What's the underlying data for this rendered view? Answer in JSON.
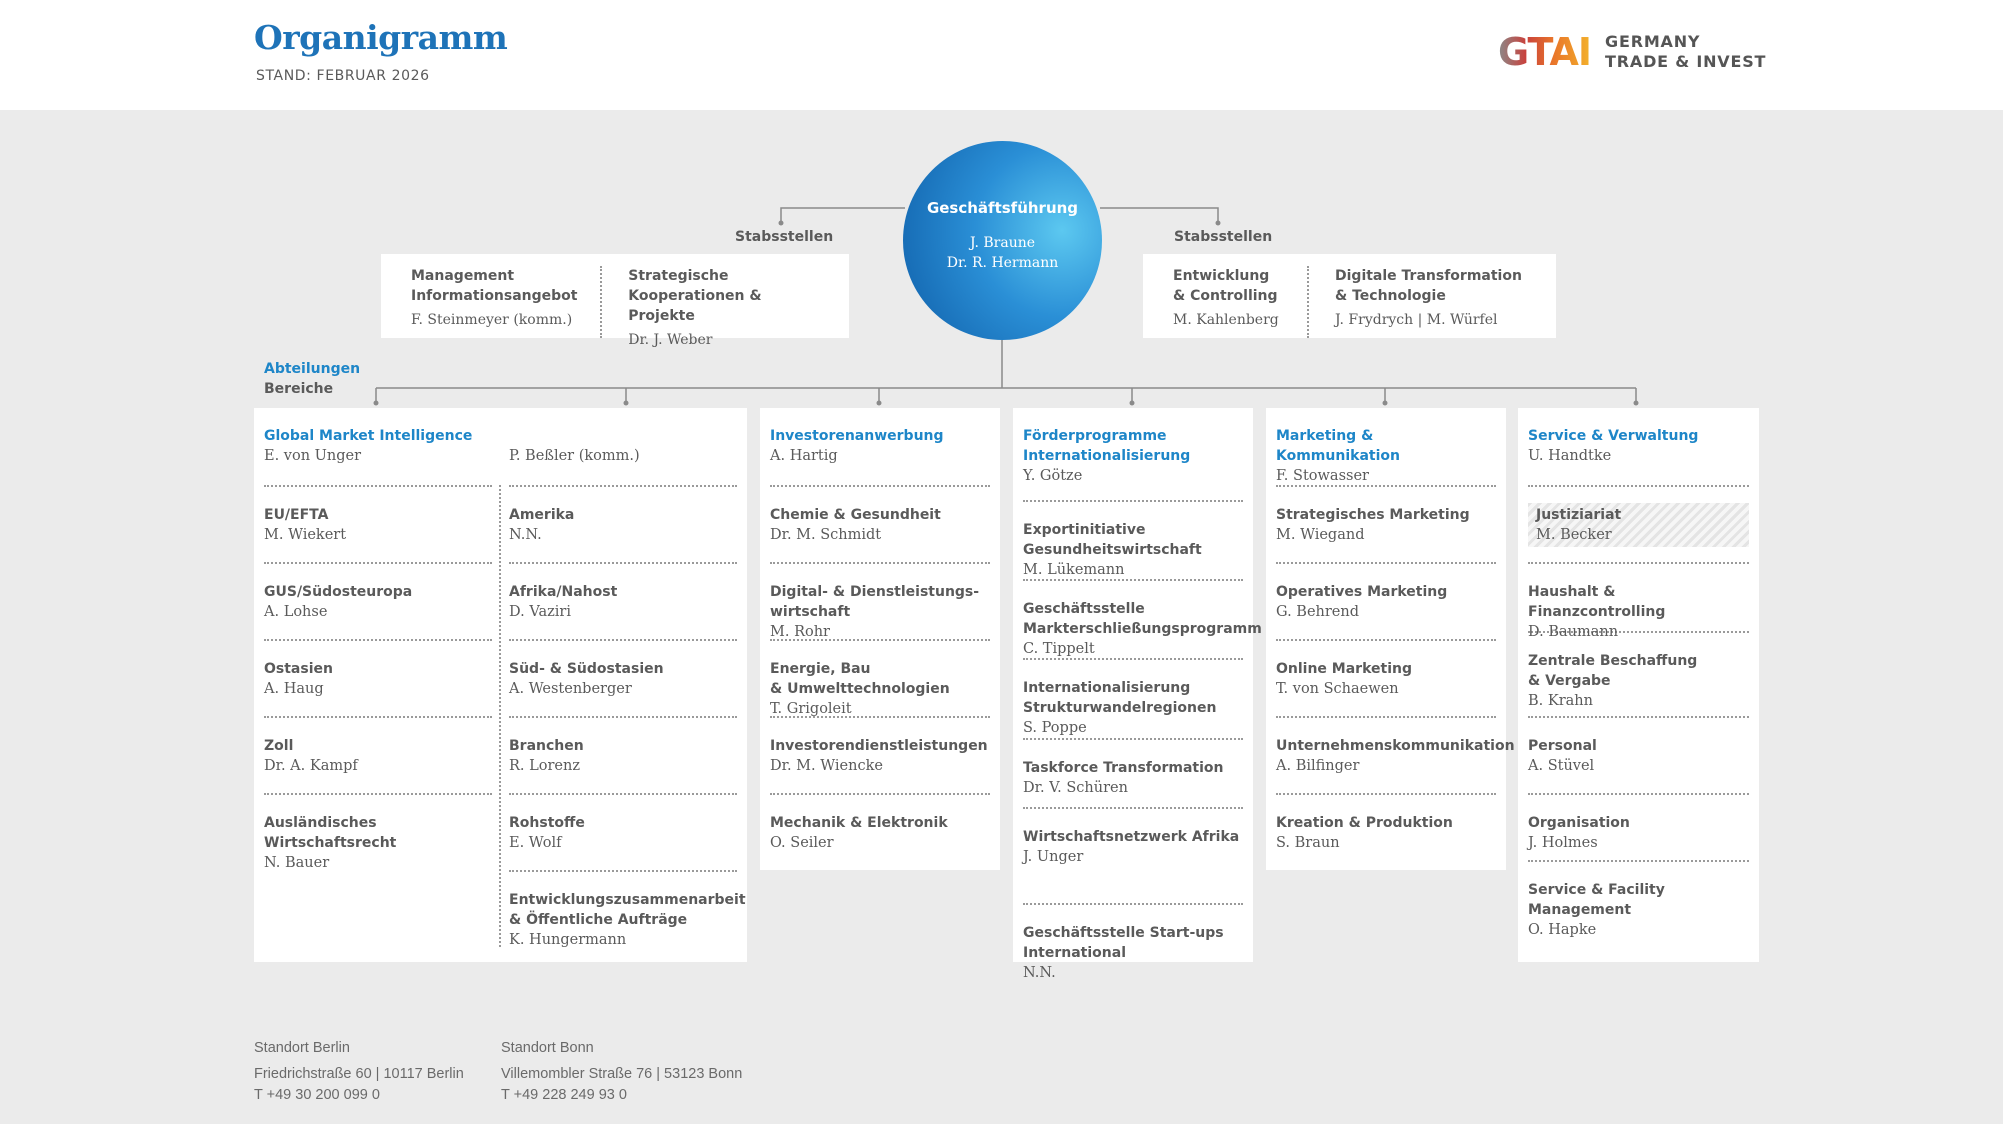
{
  "header": {
    "title": "Organigramm",
    "subtitle": "STAND: FEBRUAR 2026",
    "logo_mark": "GTAI",
    "logo_line1": "GERMANY",
    "logo_line2": "TRADE & INVEST"
  },
  "management": {
    "title": "Geschäftsführung",
    "name1": "J. Braune",
    "name2": "Dr. R. Hermann"
  },
  "stab_left": {
    "label": "Stabsstellen",
    "items": [
      {
        "t1": "Management",
        "t2": "Informationsangebot",
        "person": "F. Steinmeyer (komm.)"
      },
      {
        "t1": "Strategische",
        "t2": "Kooperationen & Projekte",
        "person": "Dr. J. Weber"
      }
    ]
  },
  "stab_right": {
    "label": "Stabsstellen",
    "items": [
      {
        "t1": "Entwicklung",
        "t2": "& Controlling",
        "person": "M. Kahlenberg"
      },
      {
        "t1": "Digitale Transformation",
        "t2": "& Technologie",
        "person": "J. Frydrych | M. Würfel"
      }
    ]
  },
  "legend": {
    "abteilungen": "Abteilungen",
    "bereiche": "Bereiche"
  },
  "gmi": {
    "title": "Global Market Intelligence",
    "head_left": "E. von Unger",
    "head_right": "P. Beßler (komm.)",
    "left": [
      {
        "t": [
          "EU/EFTA"
        ],
        "p": "M. Wiekert"
      },
      {
        "t": [
          "GUS/Südosteuropa"
        ],
        "p": "A. Lohse"
      },
      {
        "t": [
          "Ostasien"
        ],
        "p": "A. Haug"
      },
      {
        "t": [
          "Zoll"
        ],
        "p": "Dr. A. Kampf"
      },
      {
        "t": [
          "Ausländisches Wirtschaftsrecht"
        ],
        "p": "N. Bauer"
      }
    ],
    "right": [
      {
        "t": [
          "Amerika"
        ],
        "p": "N.N."
      },
      {
        "t": [
          "Afrika/Nahost"
        ],
        "p": "D. Vaziri"
      },
      {
        "t": [
          "Süd- & Südostasien"
        ],
        "p": "A. Westenberger"
      },
      {
        "t": [
          "Branchen"
        ],
        "p": "R. Lorenz"
      },
      {
        "t": [
          "Rohstoffe"
        ],
        "p": "E. Wolf"
      },
      {
        "t": [
          "Entwicklungszusammenarbeit",
          "& Öffentliche Aufträge"
        ],
        "p": "K. Hungermann"
      }
    ]
  },
  "investoren": {
    "title": [
      "Investorenanwerbung"
    ],
    "head": "A. Hartig",
    "units": [
      {
        "t": [
          "Chemie & Gesundheit"
        ],
        "p": "Dr. M. Schmidt"
      },
      {
        "t": [
          "Digital- & Dienstleistungs-",
          "wirtschaft"
        ],
        "p": "M. Rohr"
      },
      {
        "t": [
          "Energie, Bau",
          "& Umwelttechnologien"
        ],
        "p": "T. Grigoleit"
      },
      {
        "t": [
          "Investorendienstleistungen"
        ],
        "p": "Dr. M. Wiencke"
      },
      {
        "t": [
          "Mechanik & Elektronik"
        ],
        "p": "O. Seiler"
      }
    ]
  },
  "foerder": {
    "title": [
      "Förderprogramme",
      "Internationalisierung"
    ],
    "head": "Y. Götze",
    "units": [
      {
        "t": [
          "Exportinitiative",
          "Gesundheitswirtschaft"
        ],
        "p": "M. Lükemann"
      },
      {
        "t": [
          "Geschäftsstelle",
          "Markterschließungsprogramm"
        ],
        "p": "C. Tippelt"
      },
      {
        "t": [
          "Internationalisierung",
          "Strukturwandelregionen"
        ],
        "p": "S. Poppe"
      },
      {
        "t": [
          "Taskforce Transformation"
        ],
        "p": "Dr. V. Schüren"
      },
      {
        "t": [
          "Wirtschaftsnetzwerk Afrika"
        ],
        "p": "J. Unger"
      },
      {
        "t": [
          "Geschäftsstelle Start-ups",
          "International"
        ],
        "p": "N.N."
      }
    ]
  },
  "marketing": {
    "title": [
      "Marketing & Kommunikation"
    ],
    "head": "F. Stowasser",
    "units": [
      {
        "t": [
          "Strategisches Marketing"
        ],
        "p": "M. Wiegand"
      },
      {
        "t": [
          "Operatives Marketing"
        ],
        "p": "G. Behrend"
      },
      {
        "t": [
          "Online Marketing"
        ],
        "p": "T. von Schaewen"
      },
      {
        "t": [
          "Unternehmenskommunikation"
        ],
        "p": "A. Bilfinger"
      },
      {
        "t": [
          "Kreation & Produktion"
        ],
        "p": "S. Braun"
      }
    ]
  },
  "service": {
    "title": [
      "Service & Verwaltung"
    ],
    "head": "U. Handtke",
    "units": [
      {
        "t": [
          "Justiziariat"
        ],
        "p": "M. Becker",
        "hatched": true
      },
      {
        "t": [
          "Haushalt & Finanzcontrolling"
        ],
        "p": "D. Baumann"
      },
      {
        "t": [
          "Zentrale Beschaffung",
          "& Vergabe"
        ],
        "p": "B. Krahn"
      },
      {
        "t": [
          "Personal"
        ],
        "p": "A. Stüvel"
      },
      {
        "t": [
          "Organisation"
        ],
        "p": "J. Holmes"
      },
      {
        "t": [
          "Service & Facility",
          "Management"
        ],
        "p": "O. Hapke"
      }
    ]
  },
  "footer": {
    "berlin": {
      "label": "Standort Berlin",
      "addr": "Friedrichstraße 60 | 10117 Berlin",
      "tel": "T +49 30 200 099 0"
    },
    "bonn": {
      "label": "Standort Bonn",
      "addr": "Villemombler Straße 76 | 53123 Bonn",
      "tel": "T +49 228 249 93 0"
    }
  },
  "colors": {
    "accent": "#1e86c8",
    "title": "#1e73b8",
    "text": "#5a5a5a",
    "background": "#ebebeb"
  }
}
